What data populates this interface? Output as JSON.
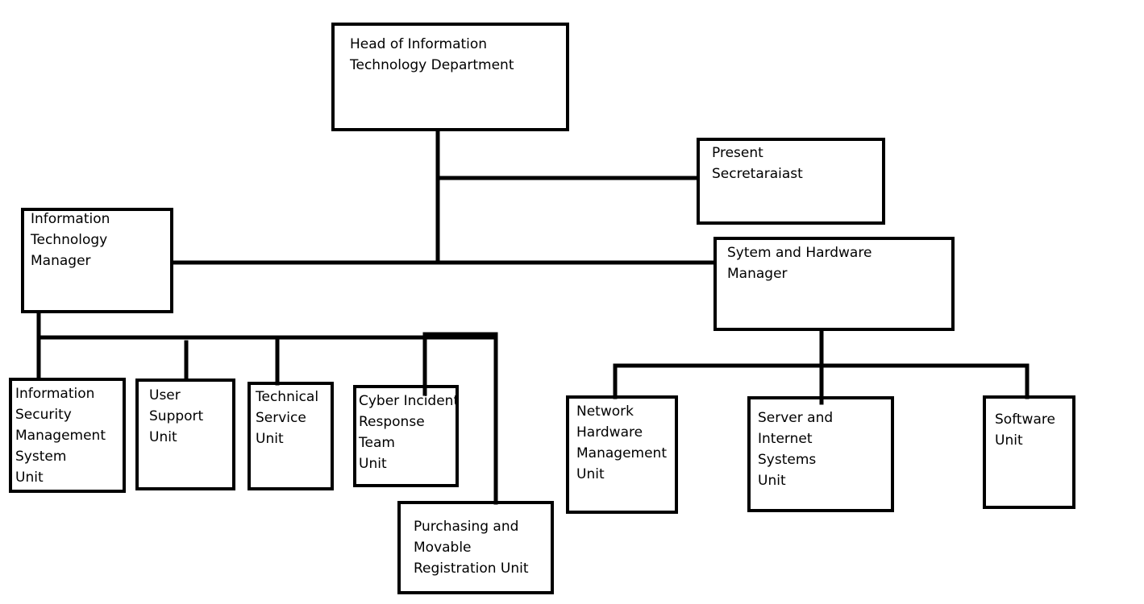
{
  "org_chart": {
    "head": {
      "label": "Head of Information\nTechnology Department"
    },
    "secretariat": {
      "label": "Present\nSecretaraiast"
    },
    "it_manager": {
      "label": "Information\nTechnology\nManager"
    },
    "system_hardware_manager": {
      "label": "Sytem and Hardware\nManager"
    },
    "units": {
      "isms": {
        "label": "Information\nSecurity\nManagement\nSystem\nUnit"
      },
      "user_support": {
        "label": "User\nSupport\nUnit"
      },
      "technical_service": {
        "label": "Technical\nService\nUnit"
      },
      "cyber_incident": {
        "label": "Cyber Incident\nResponse\nTeam\nUnit"
      },
      "purchasing": {
        "label": "Purchasing and\nMovable\nRegistration Unit"
      },
      "network_hardware": {
        "label": "Network\nHardware\nManagement\nUnit"
      },
      "server_internet": {
        "label": "Server and\nInternet\nSystems\nUnit"
      },
      "software": {
        "label": "Software\nUnit"
      }
    }
  },
  "colors": {
    "line": "#000000",
    "background": "#ffffff"
  }
}
